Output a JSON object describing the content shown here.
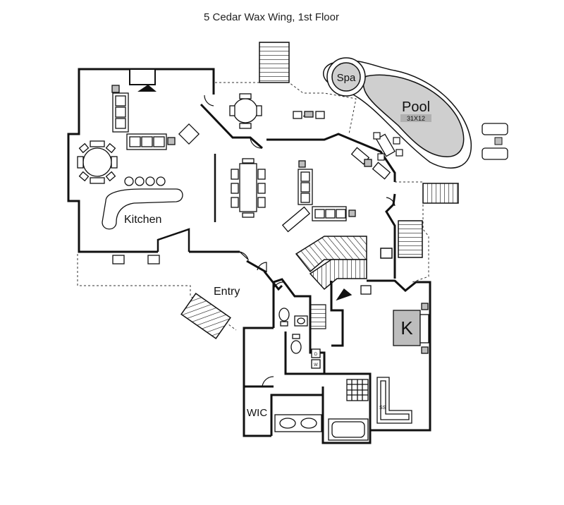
{
  "title": "5 Cedar Wax Wing, 1st Floor",
  "rooms": {
    "kitchen": "Kitchen",
    "entry": "Entry",
    "wic": "WIC"
  },
  "pool": {
    "spa_label": "Spa",
    "pool_label": "Pool",
    "pool_size": "31X12"
  },
  "bedroom": {
    "bed_label": "K",
    "shower_label": "SS",
    "washer_label": "W",
    "dryer_label": "D"
  },
  "colors": {
    "wall": "#111111",
    "pool_fill": "#cfcfcf",
    "furniture_fill": "#ffffff",
    "shade": "#bdbdbd"
  }
}
